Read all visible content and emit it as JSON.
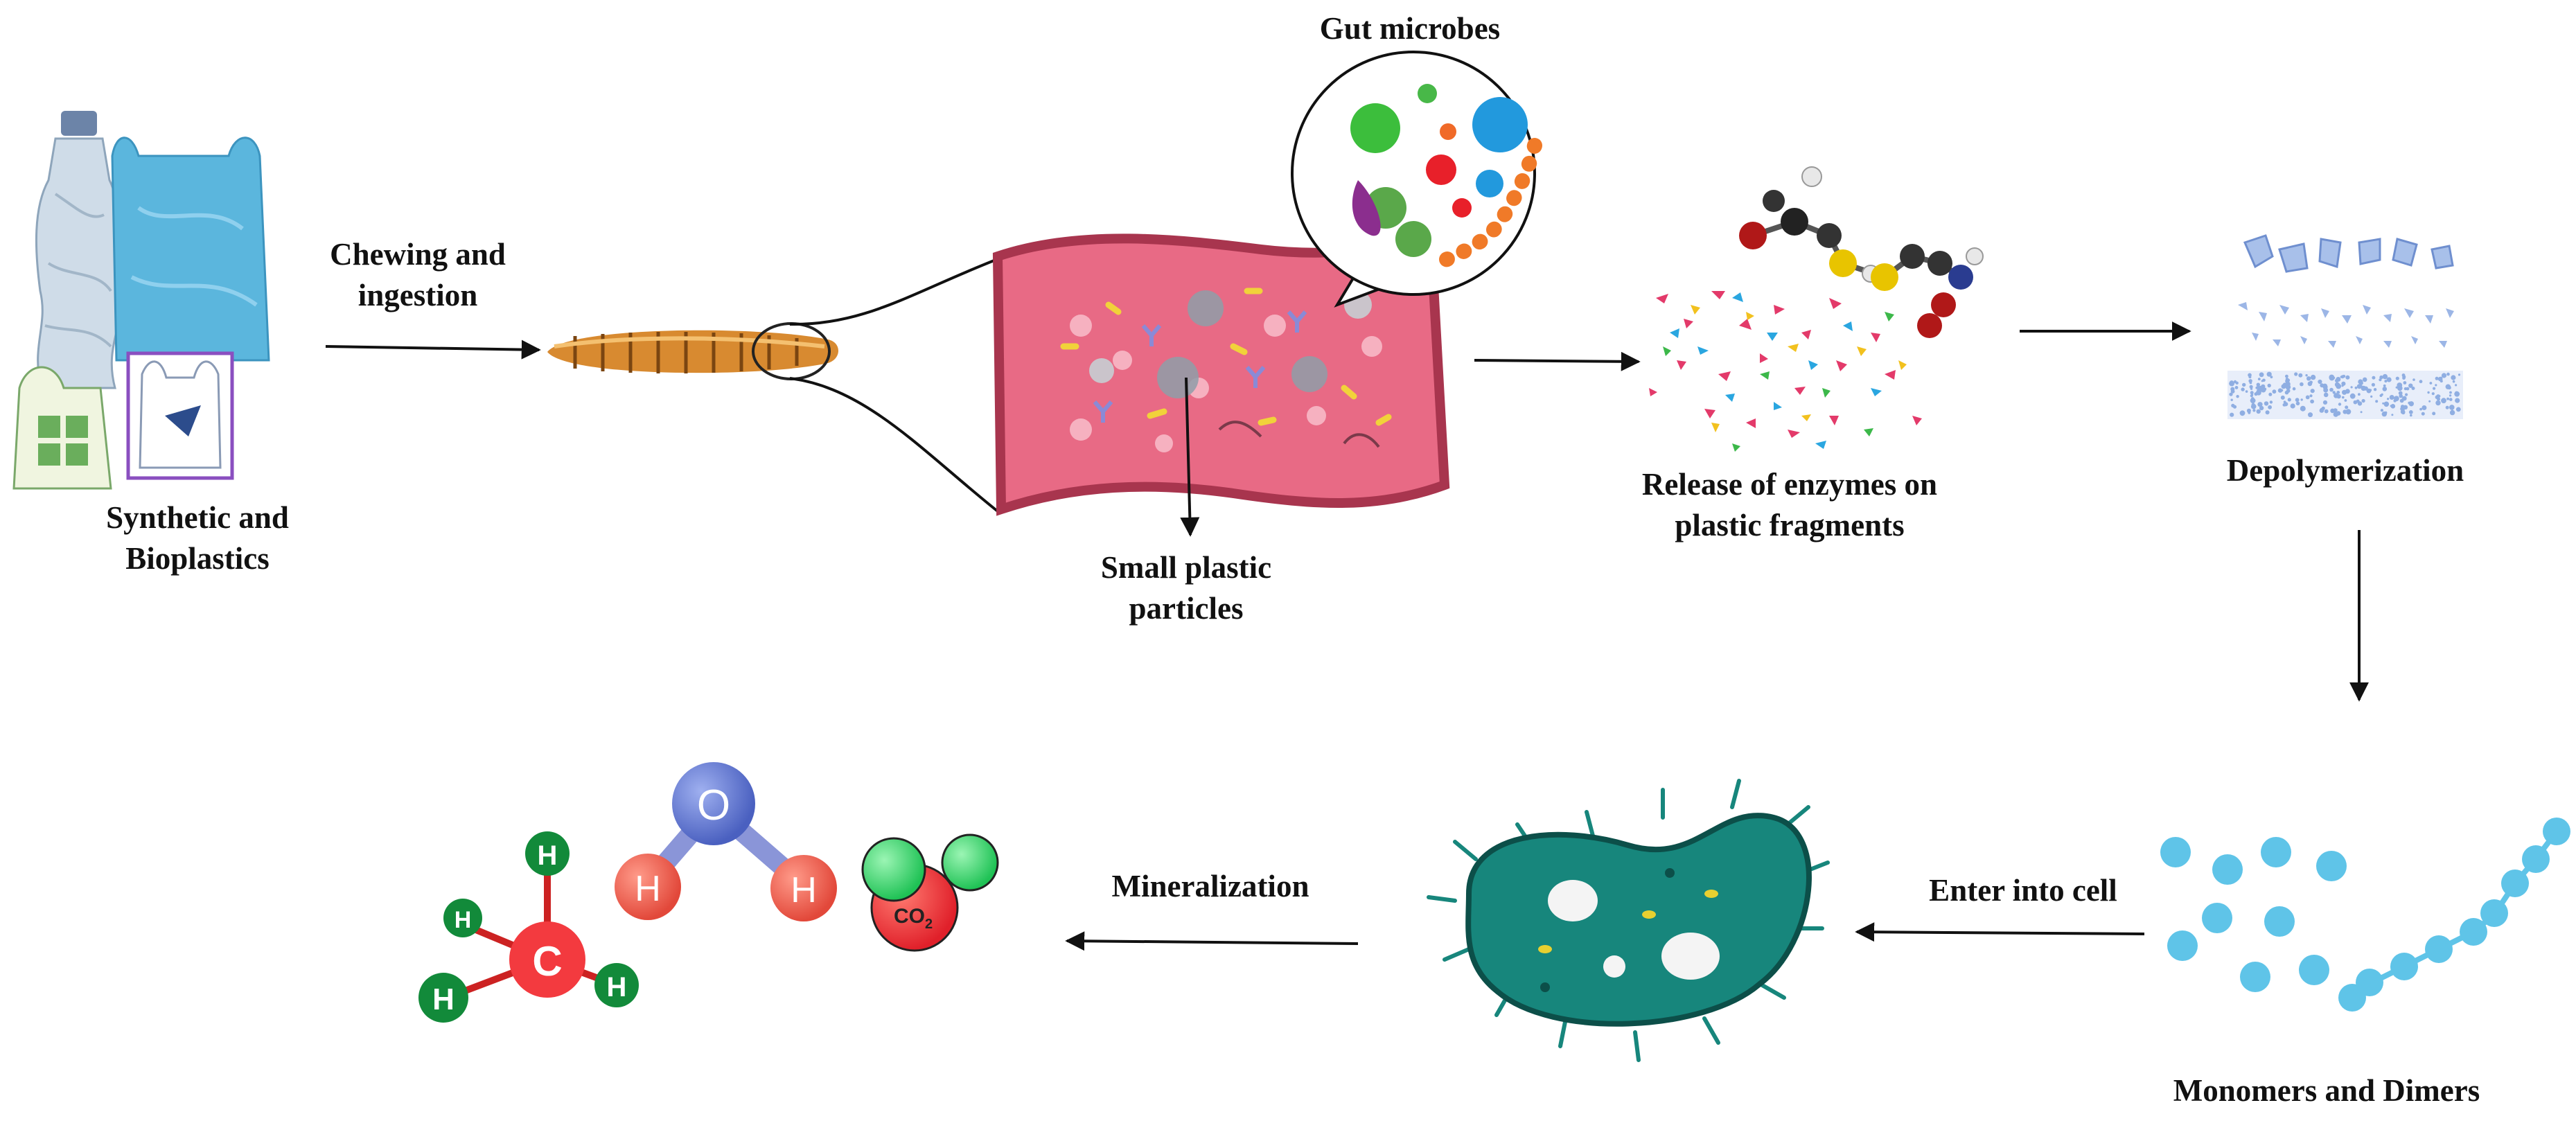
{
  "labels": {
    "synthetic_line1": "Synthetic and",
    "synthetic_line2": "Bioplastics",
    "chewing_line1": "Chewing and",
    "chewing_line2": "ingestion",
    "gut_microbes": "Gut microbes",
    "small_line1": "Small plastic",
    "small_line2": "particles",
    "release_line1": "Release of enzymes on",
    "release_line2": "plastic fragments",
    "depolymerization": "Depolymerization",
    "mineralization": "Mineralization",
    "enter_cell": "Enter into cell",
    "monomers_dimers": "Monomers and Dimers"
  },
  "molecules": {
    "methane_center": "C",
    "hydrogen": "H",
    "water_center": "O",
    "co2_label": "CO"
  },
  "colors": {
    "arrow": "#111111",
    "gut_tissue": "#e86a85",
    "gut_border": "#a8354e",
    "bacterium": "#17867c",
    "monomer": "#5fc4e8",
    "methane_carbon": "#f33a3f",
    "hydrogen_green": "#128a3a",
    "oxygen_blue": "#5b74cf",
    "water_h": "#f05a4b",
    "co2_red": "#ef2a2a",
    "co2_green": "#30d86a"
  }
}
